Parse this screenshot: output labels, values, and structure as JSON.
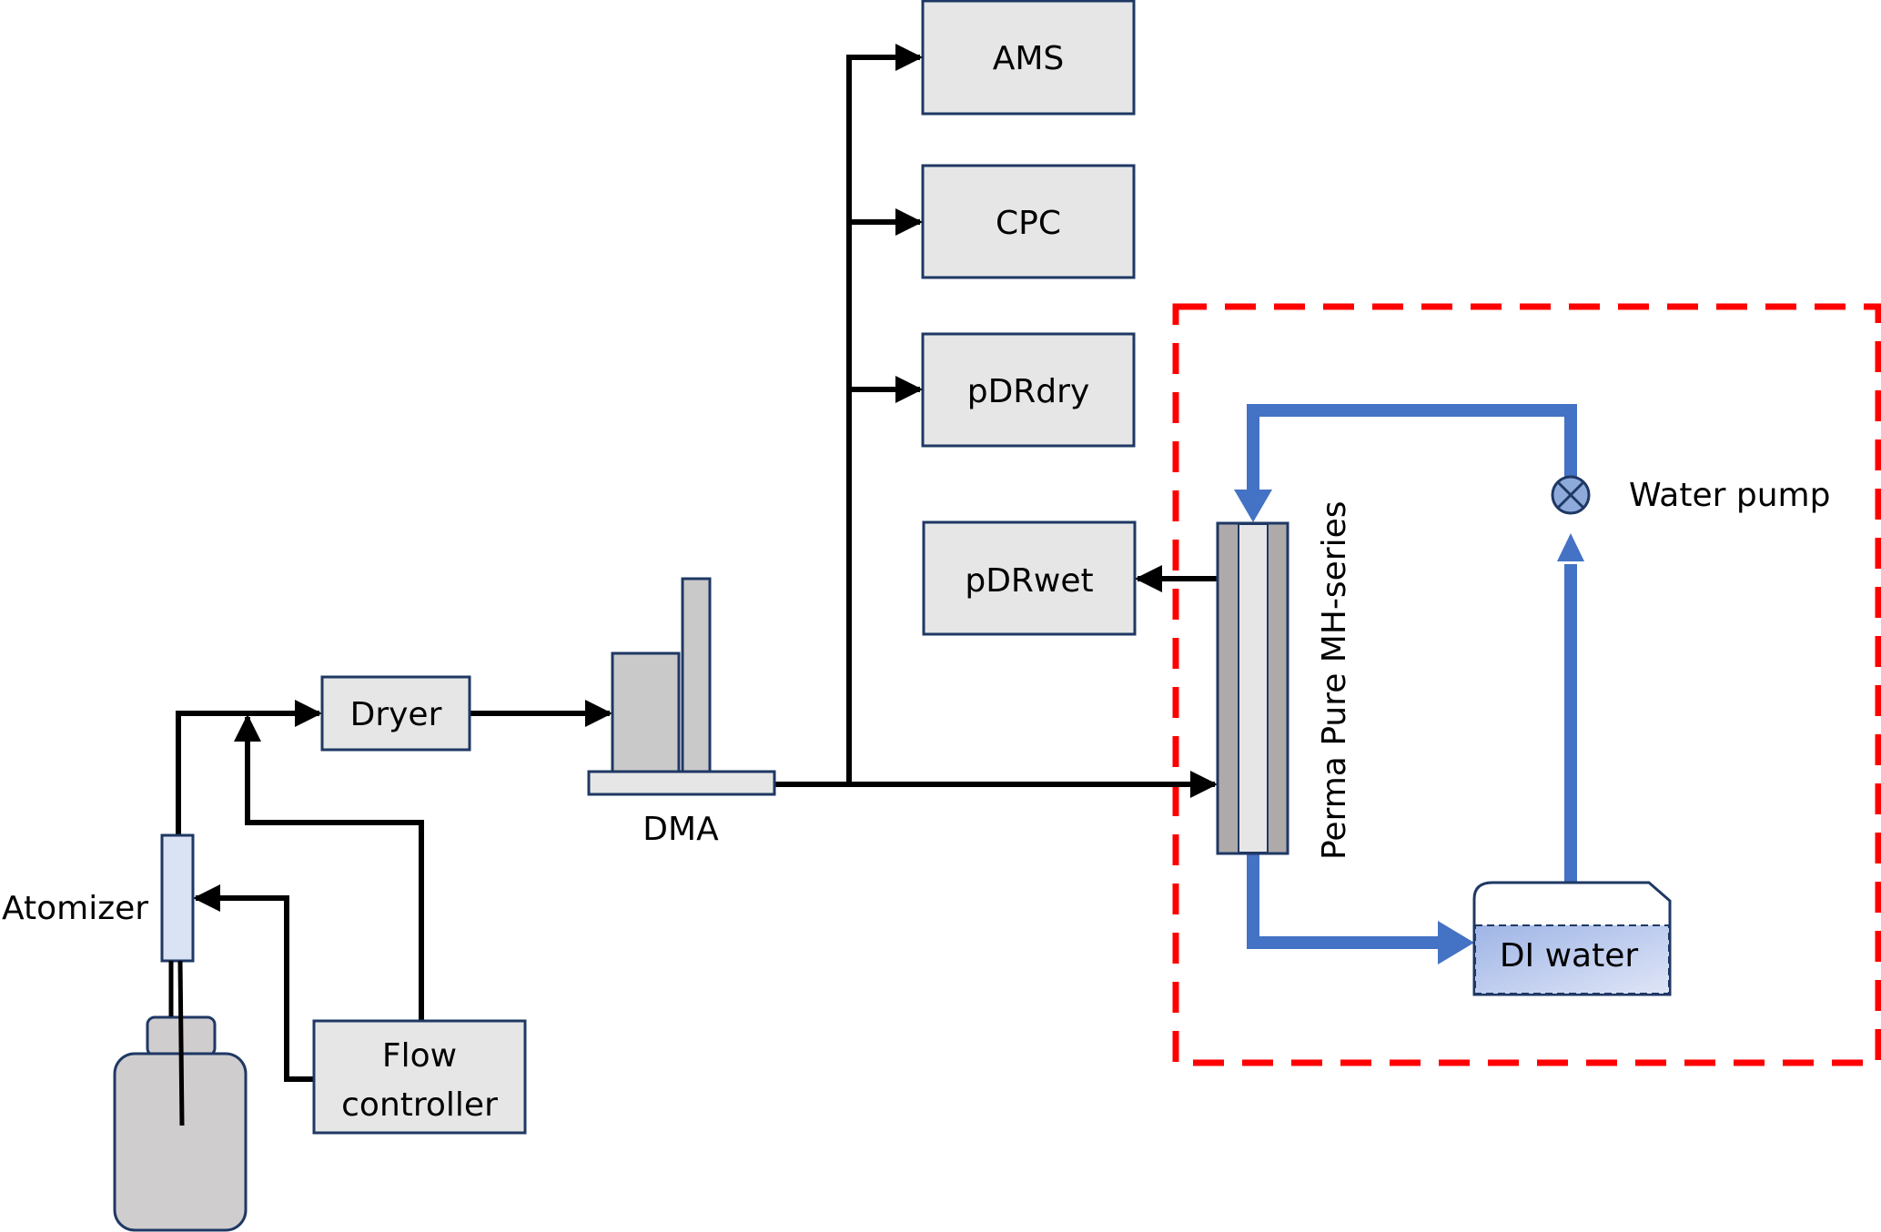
{
  "diagram": {
    "title": "Aerosol humidification experimental setup",
    "components": {
      "ams": {
        "label": "AMS"
      },
      "cpc": {
        "label": "CPC"
      },
      "pdrdry": {
        "label": "pDRdry"
      },
      "pdrwet": {
        "label": "pDRwet"
      },
      "dryer": {
        "label": "Dryer"
      },
      "dma": {
        "label": "DMA"
      },
      "atomizer": {
        "label": "Atomizer"
      },
      "flow_controller": {
        "label_line1": "Flow",
        "label_line2": "controller"
      },
      "perma_pure": {
        "label": "Perma Pure MH-series"
      },
      "water_pump": {
        "label": "Water pump"
      },
      "di_water": {
        "label": "DI water"
      }
    },
    "colors": {
      "box_fill": "#e6e6e6",
      "box_stroke": "#1f3864",
      "water_flow": "#4472c4",
      "highlight_box": "#ff0000",
      "pump_fill": "#8eaadb",
      "di_water_fill": "#b4c7e7"
    }
  }
}
